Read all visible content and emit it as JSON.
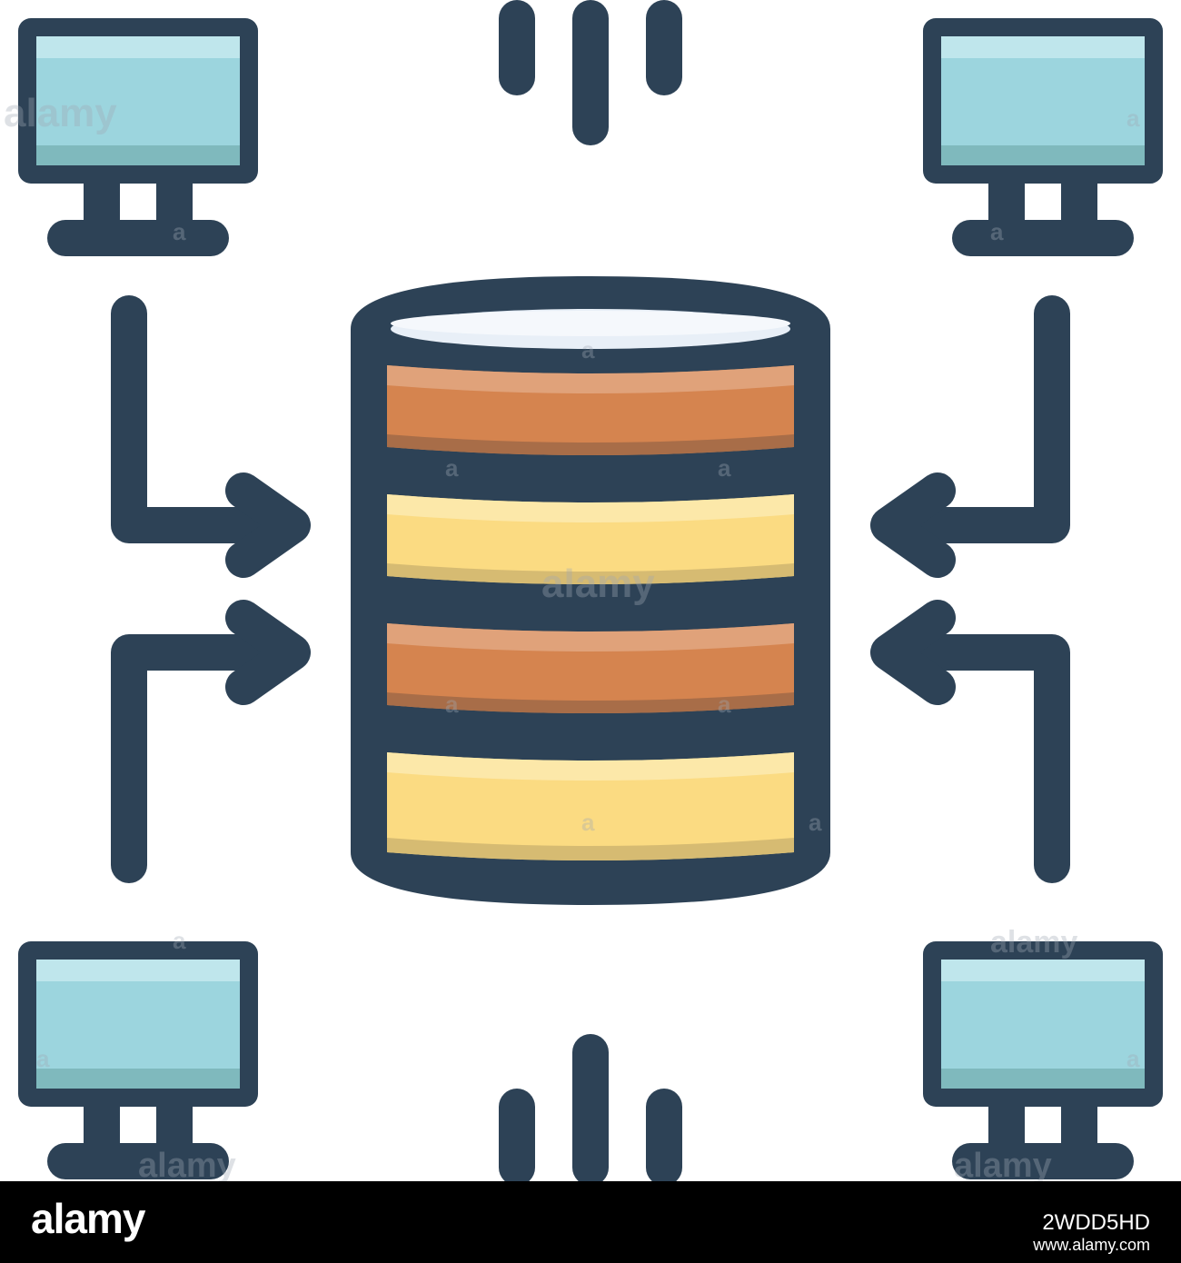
{
  "colors": {
    "outline": "#2d4256",
    "screen": "#9cd5de",
    "screen_highlight": "#bfe6ec",
    "screen_shadow": "#7fb9bd",
    "db_top": "#e8eff7",
    "db_orange": "#d5844f",
    "db_orange_light": "#e0a27a",
    "db_orange_dark": "#a86d48",
    "db_yellow": "#fbdb82",
    "db_yellow_light": "#fce8a9",
    "db_yellow_dark": "#d6bb72",
    "background": "#ffffff",
    "footer_bg": "#000000"
  },
  "icons": [
    "monitor-icon",
    "database-icon",
    "arrow-right-icon",
    "arrow-left-icon",
    "signal-lines-icon"
  ],
  "watermark": {
    "brand": "alamy",
    "small_mark": "a"
  },
  "footer": {
    "brand": "alamy",
    "image_id": "2WDD5HD",
    "url": "www.alamy.com"
  }
}
